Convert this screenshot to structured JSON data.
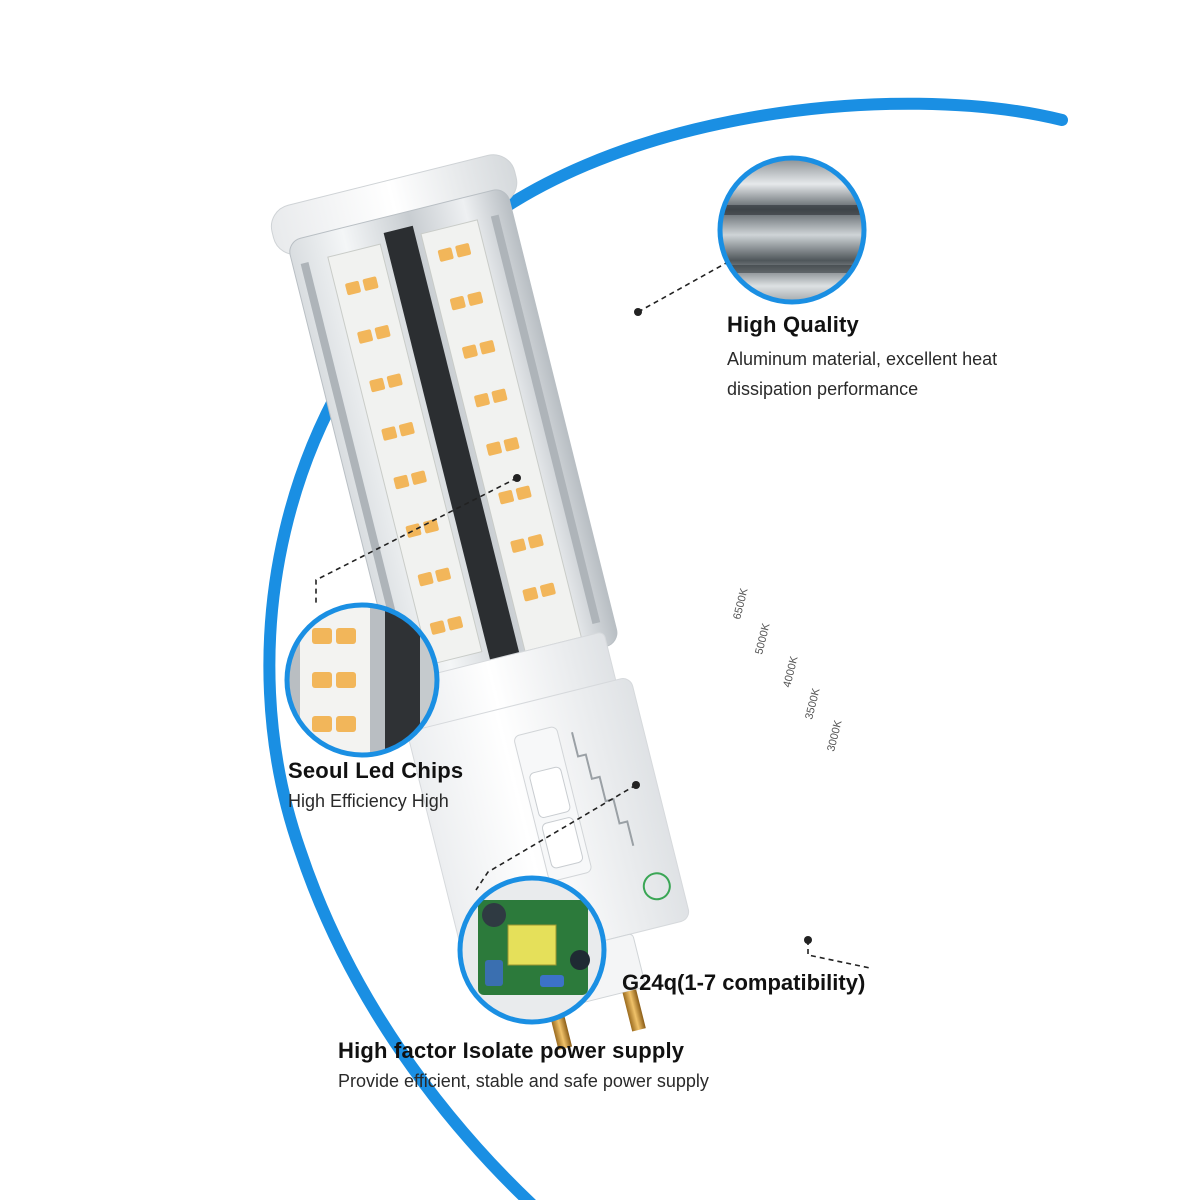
{
  "colors": {
    "accent_ring": "#1a8fe3",
    "text": "#111111",
    "dashed_line": "#222222"
  },
  "features": {
    "high_quality": {
      "title": "High Quality",
      "desc_line1": "Aluminum material, excellent heat",
      "desc_line2": "dissipation performance"
    },
    "led_chips": {
      "title": "Seoul Led Chips",
      "desc": "High Efficiency High"
    },
    "power_supply": {
      "title": "High factor Isolate power supply",
      "desc": "Provide efficient, stable and safe power supply"
    },
    "base": {
      "label": "G24q(1-7 compatibility)"
    }
  },
  "switch_labels": [
    "6500K",
    "5000K",
    "4000K",
    "3500K",
    "3000K"
  ],
  "icons": {
    "aluminum_zoom": "aluminum-heatsink-zoom",
    "chip_zoom": "led-chip-zoom",
    "driver_zoom": "power-driver-zoom",
    "rohs_badge": "rohs-badge"
  }
}
